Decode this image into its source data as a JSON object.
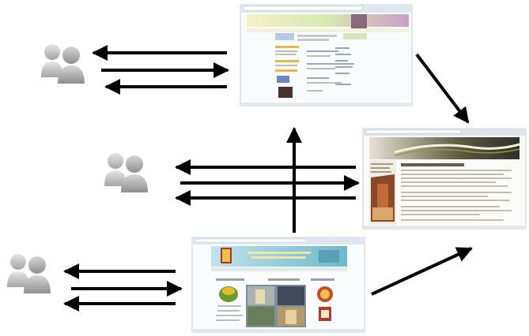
{
  "diagram": {
    "description_free": true,
    "nodes": [
      {
        "id": "user-group-top",
        "icon": "users-icon"
      },
      {
        "id": "user-group-middle",
        "icon": "users-icon"
      },
      {
        "id": "user-group-bottom",
        "icon": "users-icon"
      },
      {
        "id": "webpage-top",
        "icon": "browser-window-icon"
      },
      {
        "id": "webpage-right",
        "icon": "browser-window-icon"
      },
      {
        "id": "webpage-bottom",
        "icon": "browser-window-icon"
      }
    ],
    "edges": [
      {
        "from": "webpage-top",
        "to": "user-group-top"
      },
      {
        "from": "user-group-top",
        "to": "webpage-top"
      },
      {
        "from": "webpage-top",
        "to": "user-group-top"
      },
      {
        "from": "webpage-right",
        "to": "user-group-middle"
      },
      {
        "from": "user-group-middle",
        "to": "webpage-right"
      },
      {
        "from": "webpage-right",
        "to": "user-group-middle"
      },
      {
        "from": "webpage-bottom",
        "to": "user-group-bottom"
      },
      {
        "from": "user-group-bottom",
        "to": "webpage-bottom"
      },
      {
        "from": "webpage-bottom",
        "to": "user-group-bottom"
      },
      {
        "from": "webpage-top",
        "to": "webpage-right"
      },
      {
        "from": "webpage-bottom",
        "to": "webpage-top"
      },
      {
        "from": "webpage-bottom",
        "to": "webpage-right"
      }
    ],
    "colors": {
      "arrow": "#000000",
      "user_icon": "#a9a9a9",
      "browser_frame": "#d4d8de",
      "browser_chrome": "#e8ecf2"
    }
  }
}
